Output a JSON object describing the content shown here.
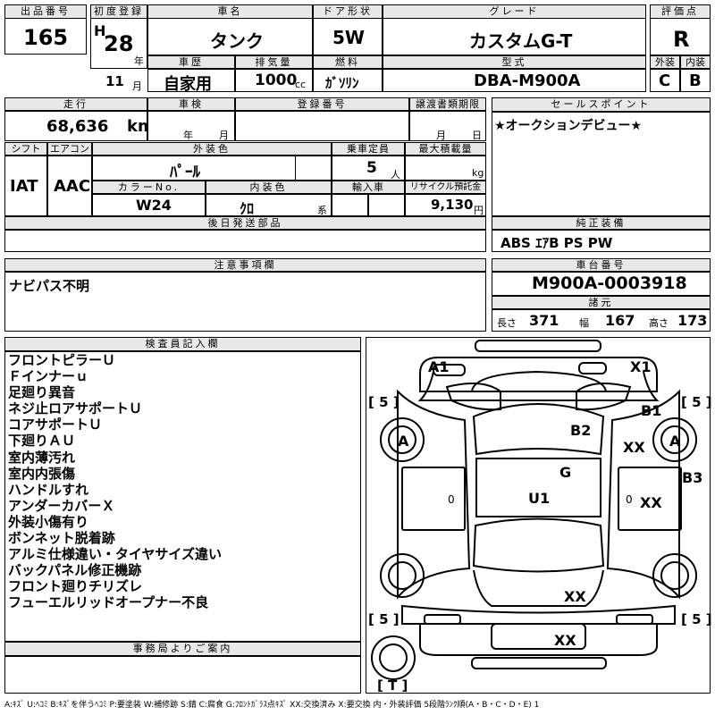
{
  "header": {
    "lot_no_label": "出品番号",
    "lot_no": "165",
    "first_reg_label": "初度登録",
    "era": "H",
    "reg_year": "28",
    "year_unit": "年",
    "reg_month": "11",
    "month_unit": "月",
    "car_name_label": "車名",
    "car_name": "タンク",
    "doors_label": "ドア形状",
    "doors": "5W",
    "grade_label": "グレード",
    "grade": "カスタムG-T",
    "score_label": "評価点",
    "score": "R",
    "history_label": "車歴",
    "history": "自家用",
    "displacement_label": "排気量",
    "displacement": "1000",
    "displacement_unit": "cc",
    "fuel_label": "燃料",
    "fuel": "ｶﾞｿﾘﾝ",
    "model_label": "型式",
    "model": "DBA-M900A",
    "exterior_label": "外装",
    "exterior": "C",
    "interior_label": "内装",
    "interior": "B"
  },
  "row2": {
    "mileage_label": "走行",
    "mileage": "68,636",
    "mileage_unit": "km",
    "inspection_label": "車検",
    "inspection_year_unit": "年",
    "inspection_month_unit": "月",
    "regno_label": "登録番号",
    "transfer_label": "譲渡書類期限",
    "transfer_month_unit": "月",
    "transfer_day_unit": "日",
    "shift_label": "シフト",
    "shift": "IAT",
    "ac_label": "エアコン",
    "ac": "AAC",
    "color_label": "外装色",
    "color": "ﾊﾟｰﾙ",
    "capacity_label": "乗車定員",
    "capacity": "5",
    "capacity_unit": "人",
    "load_label": "最大積載量",
    "load_unit": "kg",
    "color_no_label": "カラーNo.",
    "color_no": "W24",
    "int_color_label": "内装色",
    "int_color": "ｸﾛ",
    "int_color_unit": "系",
    "import_label": "輸入車",
    "recycle_label": "リサイクル預託金",
    "recycle": "9,130",
    "recycle_unit": "円",
    "later_parts_label": "後日発送部品"
  },
  "sales": {
    "label": "セールスポイント",
    "text": "★オークションデビュー★"
  },
  "equipment": {
    "label": "純正装備",
    "text": "ABS ｴｱB PS PW"
  },
  "caution": {
    "label": "注意事項欄",
    "text": "ナビパス不明"
  },
  "chassis": {
    "label": "車台番号",
    "number": "M900A-0003918",
    "dims_label": "諸元",
    "length_label": "長さ",
    "length": "371",
    "width_label": "幅",
    "width": "167",
    "height_label": "高さ",
    "height": "173"
  },
  "inspector": {
    "label": "検査員記入欄",
    "notes": [
      "フロントピラーＵ",
      "Ｆインナーｕ",
      "足廻り異音",
      "ネジ止ロアサポートＵ",
      "コアサポートＵ",
      "下廻りＡＵ",
      "室内薄汚れ",
      "室内内張傷",
      "ハンドルすれ",
      "アンダーカバーＸ",
      "外装小傷有り",
      "ボンネット脱着跡",
      "アルミ仕様違い・タイヤサイズ違い",
      "バックパネル修正機跡",
      "フロント廻りチリズレ",
      "フューエルリッドオープナー不良"
    ]
  },
  "office": {
    "label": "事務局よりご案内"
  },
  "diagram": {
    "marks": [
      "A1",
      "X1",
      "B1",
      "A",
      "XX",
      "A",
      "B2",
      "G",
      "B3",
      "U1",
      "XX",
      "XX",
      "XX"
    ],
    "tread": [
      "[ 5 ]",
      "[ 5 ]",
      "[ 5 ]",
      "[ 5 ]",
      "[ T ]"
    ],
    "zeros": [
      "0",
      "0"
    ]
  },
  "legend": "A:ｷｽﾞ  U:ﾍｺﾐ  B:ｷｽﾞを伴うﾍｺﾐ  P:要塗装  W:補修跡  S:錆  C:腐食  G:ﾌﾛﾝﾄｶﾞﾗｽ点ｷｽﾞ  XX:交換済み  X:要交換  内・外装評価  5段階ﾗﾝｸ順(A・B・C・D・E)  1"
}
